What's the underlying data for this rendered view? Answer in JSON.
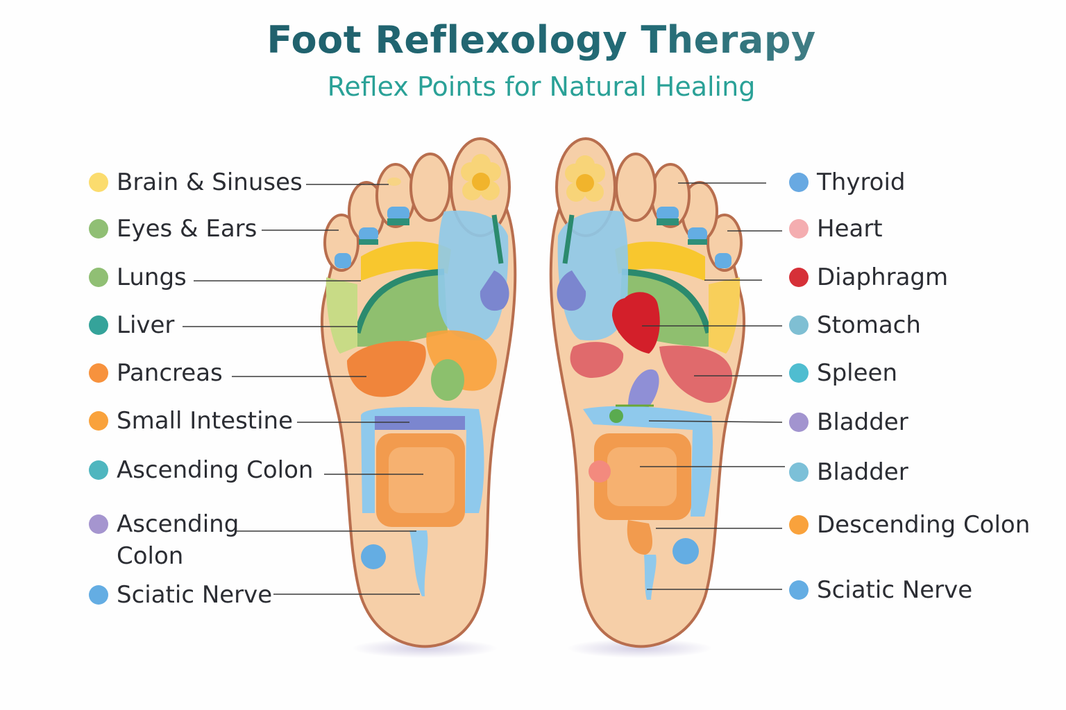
{
  "header": {
    "title": "Foot Reflexology Therapy",
    "subtitle": "Reflex Points for Natural Healing"
  },
  "colors": {
    "title_start": "#1e5a66",
    "subtitle": "#2aa197",
    "skin": "#f6cfa8",
    "outline": "#b86e4e"
  },
  "left_labels": [
    {
      "label": "Brain & Sinuses",
      "color": "#fbdc6e"
    },
    {
      "label": "Eyes & Ears",
      "color": "#90bf74"
    },
    {
      "label": "Lungs",
      "color": "#90bf74"
    },
    {
      "label": "Liver",
      "color": "#35a39a"
    },
    {
      "label": "Pancreas",
      "color": "#f7923d"
    },
    {
      "label": "Small Intestine",
      "color": "#f9a23c"
    },
    {
      "label": "Ascending Colon",
      "color": "#4fb6bf"
    },
    {
      "label": "Ascending\nColon",
      "color": "#a595cf"
    },
    {
      "label": "Sciatic Nerve",
      "color": "#64ade3"
    }
  ],
  "right_labels": [
    {
      "label": "Thyroid",
      "color": "#68a9e2"
    },
    {
      "label": "Heart",
      "color": "#f4adb0"
    },
    {
      "label": "Diaphragm",
      "color": "#d63038"
    },
    {
      "label": "Stomach",
      "color": "#7fbfd3"
    },
    {
      "label": "Spleen",
      "color": "#4fbdd0"
    },
    {
      "label": "Bladder",
      "color": "#a294cf"
    },
    {
      "label": "Bladder",
      "color": "#7cc0d8"
    },
    {
      "label": "Descending Colon",
      "color": "#f9a23c"
    },
    {
      "label": "Sciatic Nerve",
      "color": "#64ade3"
    }
  ]
}
